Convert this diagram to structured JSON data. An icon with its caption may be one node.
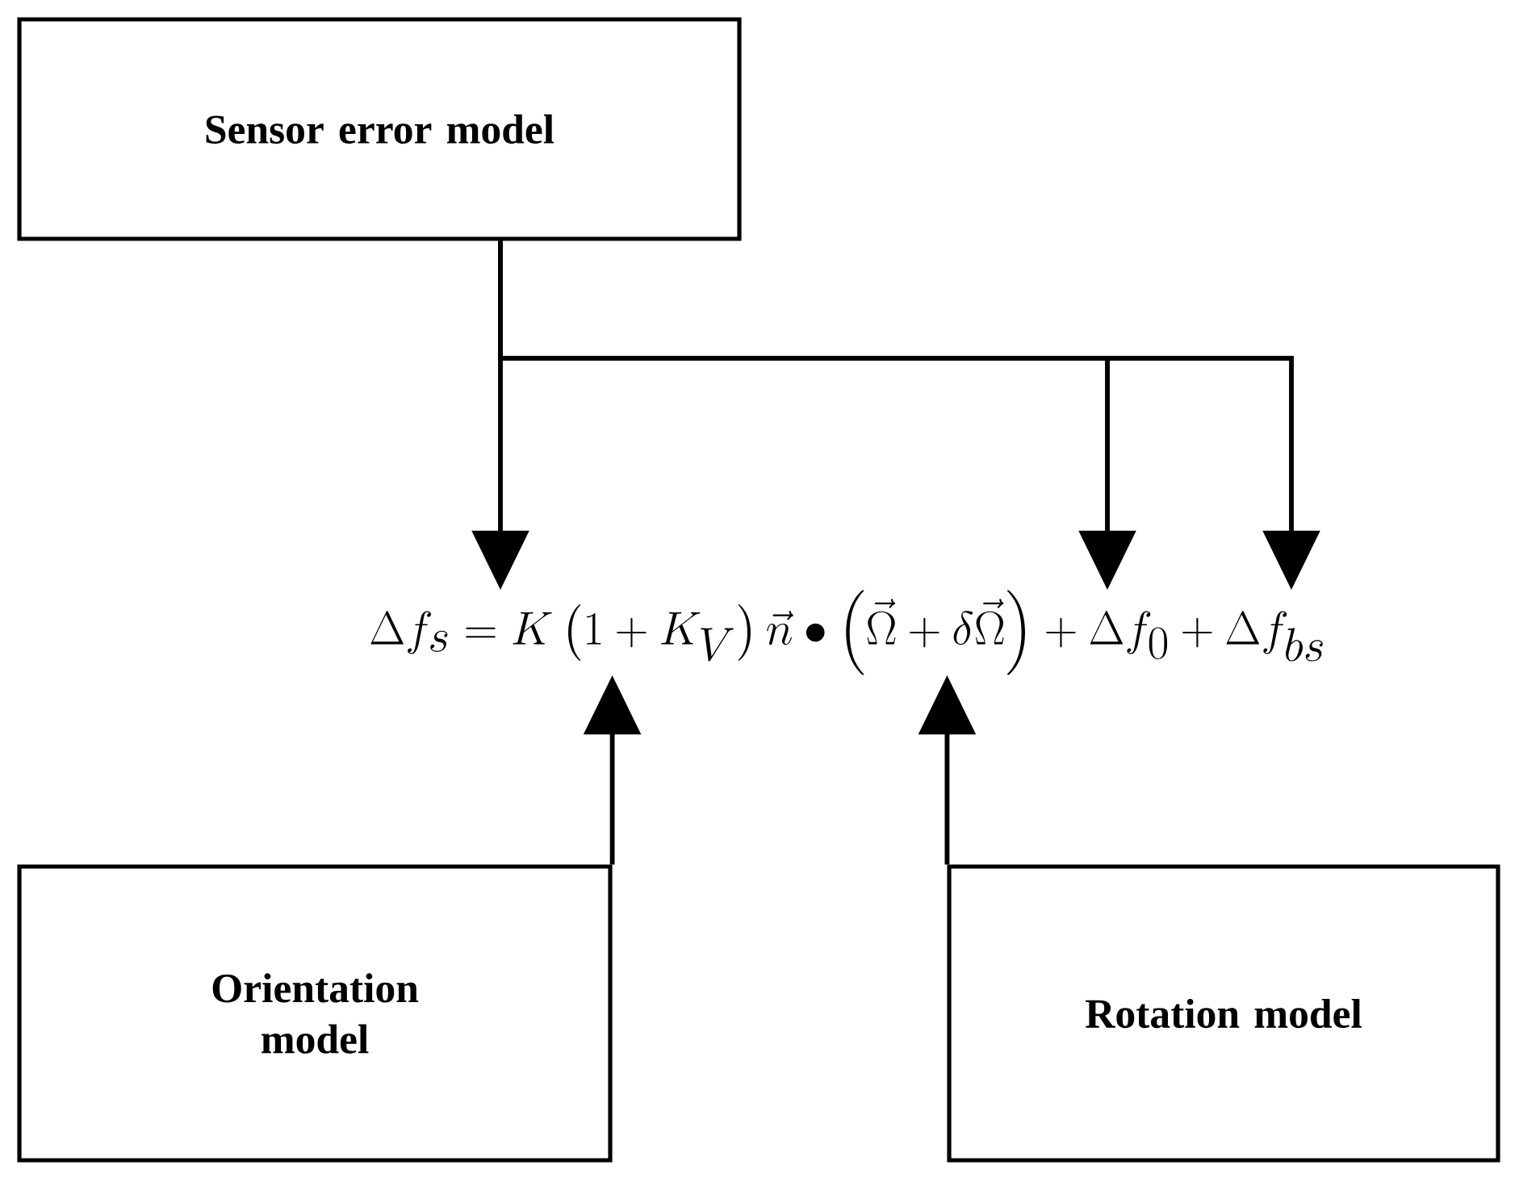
{
  "diagram": {
    "nodes": [
      {
        "text": [
          "Sensor error model"
        ]
      },
      {
        "text": [
          "\\Delta f_s = K\\left(1+K_V\\right)\\vec{n}\\bullet\\left(\\vec{\\Omega}+\\delta\\vec{\\Omega}\\right)+\\Delta f_0+\\Delta f_{bs}"
        ]
      },
      {
        "text": [
          "Orientation model"
        ]
      },
      {
        "text": [
          "Rotation model"
        ]
      }
    ],
    "edges": [
      {
        "from": 0,
        "to": 1,
        "arrow": "to"
      },
      {
        "from": 0,
        "to": 1,
        "arrow": "to"
      },
      {
        "from": 0,
        "to": 1,
        "arrow": "to"
      },
      {
        "from": 2,
        "to": 1,
        "arrow": "to"
      },
      {
        "from": 3,
        "to": 1,
        "arrow": "to"
      }
    ]
  }
}
